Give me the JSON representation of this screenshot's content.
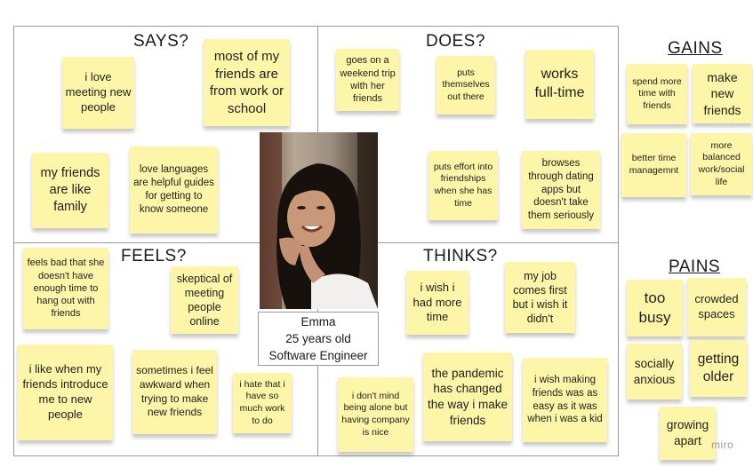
{
  "quadrants": {
    "says": "SAYS?",
    "does": "DOES?",
    "feels": "FEELS?",
    "thinks": "THINKS?"
  },
  "side": {
    "gains_title": "GAINS",
    "pains_title": "PAINS"
  },
  "persona": {
    "name": "Emma",
    "age": "25 years old",
    "role": "Software Engineer"
  },
  "notes": {
    "says_love_meeting": "i love meeting new people",
    "says_friends_work": "most of my friends are from work or school",
    "says_friends_family": "my friends are like family",
    "says_love_languages": "love languages are helpful guides for getting to know someone",
    "does_weekend_trip": "goes on a weekend trip with her friends",
    "does_puts_out_there": "puts themselves out there",
    "does_works_fulltime": "works full-time",
    "does_effort_friendships": "puts effort into friendships when she has time",
    "does_dating_apps": "browses through dating apps but doesn't take them seriously",
    "feels_bad_time": "feels bad that she doesn't have enough time to hang out with friends",
    "feels_skeptical": "skeptical of meeting people online",
    "feels_introduce": "i like when my friends introduce me to new people",
    "feels_awkward": "sometimes i feel awkward when trying to make new friends",
    "feels_hate_work": "i hate that i have so much work to do",
    "thinks_more_time": "i wish i had more time",
    "thinks_job_first": "my job comes first but i wish it didn't",
    "thinks_alone": "i don't mind being alone but having company is nice",
    "thinks_pandemic": "the pandemic has changed the way i make friends",
    "thinks_wish_easy": "i wish making friends was as easy as it was when i was a kid",
    "gains_spend_time": "spend more time with friends",
    "gains_make_friends": "make new friends",
    "gains_time_mgmt": "better time managemnt",
    "gains_balanced": "more balanced work/social life",
    "pains_too_busy": "too busy",
    "pains_crowded": "crowded spaces",
    "pains_anxious": "socially anxious",
    "pains_older": "getting older",
    "pains_apart": "growing apart"
  },
  "watermark": "miro"
}
